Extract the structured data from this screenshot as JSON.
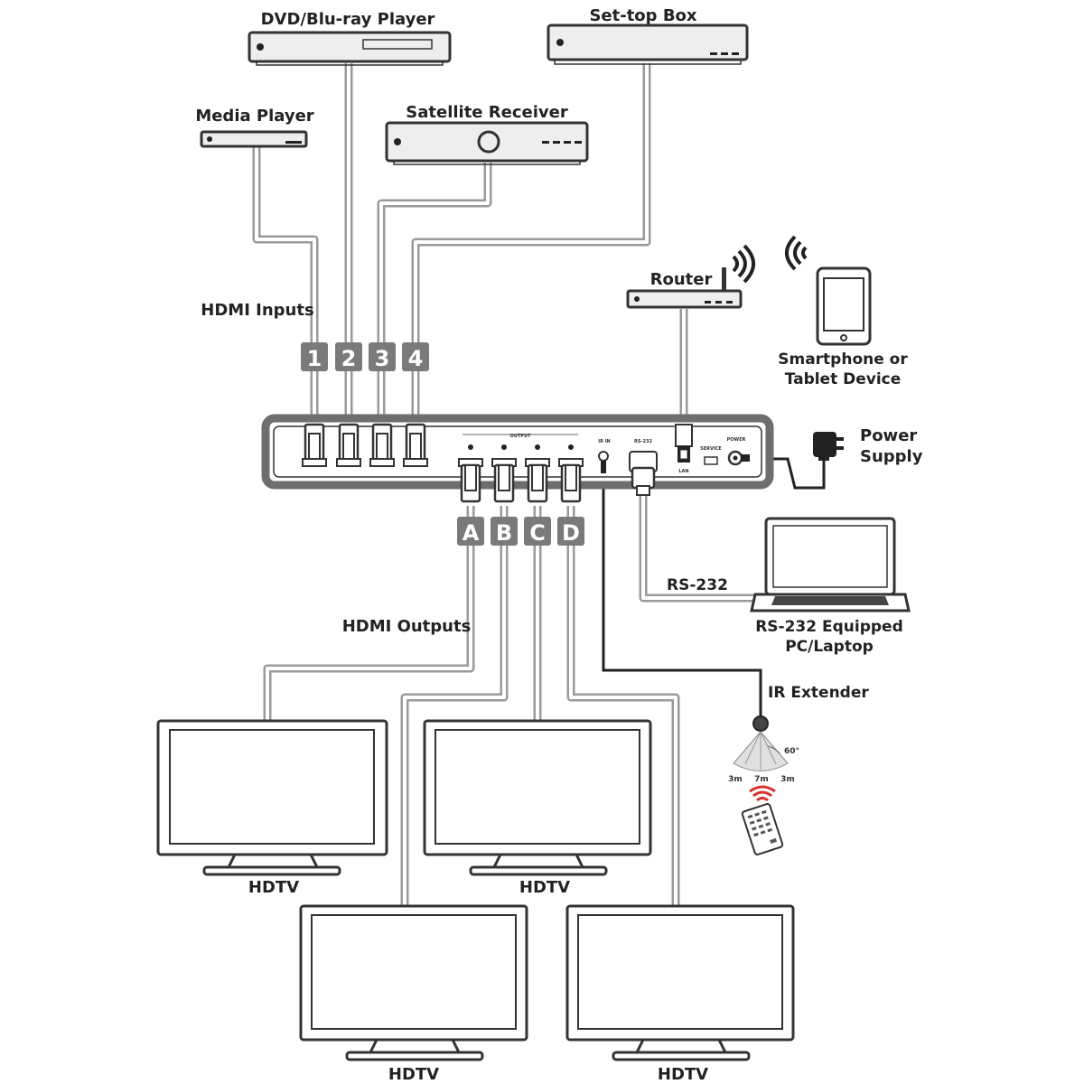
{
  "colors": {
    "line": "#333333",
    "cable": "#9a9a9a",
    "badge": "#7a7a7a",
    "ir_remote_signal": "#d63030"
  },
  "sources": {
    "dvd": "DVD/Blu-ray Player",
    "settop": "Set-top Box",
    "media": "Media Player",
    "satellite": "Satellite Receiver"
  },
  "hdmi_inputs": {
    "label": "HDMI Inputs",
    "ports": [
      "1",
      "2",
      "3",
      "4"
    ]
  },
  "hdmi_outputs": {
    "label": "HDMI Outputs",
    "ports": [
      "A",
      "B",
      "C",
      "D"
    ]
  },
  "router": "Router",
  "tablet": {
    "line1": "Smartphone or",
    "line2": "Tablet Device"
  },
  "power": {
    "line1": "Power",
    "line2": "Supply"
  },
  "rs232": {
    "cable_label": "RS-232",
    "pc_line1": "RS-232 Equipped",
    "pc_line2": "PC/Laptop"
  },
  "ir": {
    "label": "IR Extender",
    "angle": "60°",
    "dist_left": "3m",
    "dist_mid": "7m",
    "dist_right": "3m"
  },
  "displays": [
    "HDTV",
    "HDTV",
    "HDTV",
    "HDTV"
  ],
  "panel_labels": {
    "output": "OUTPUT",
    "ir": "IR IN",
    "rs232": "RS-232",
    "service": "SERVICE",
    "power": "POWER",
    "lan": "LAN"
  }
}
